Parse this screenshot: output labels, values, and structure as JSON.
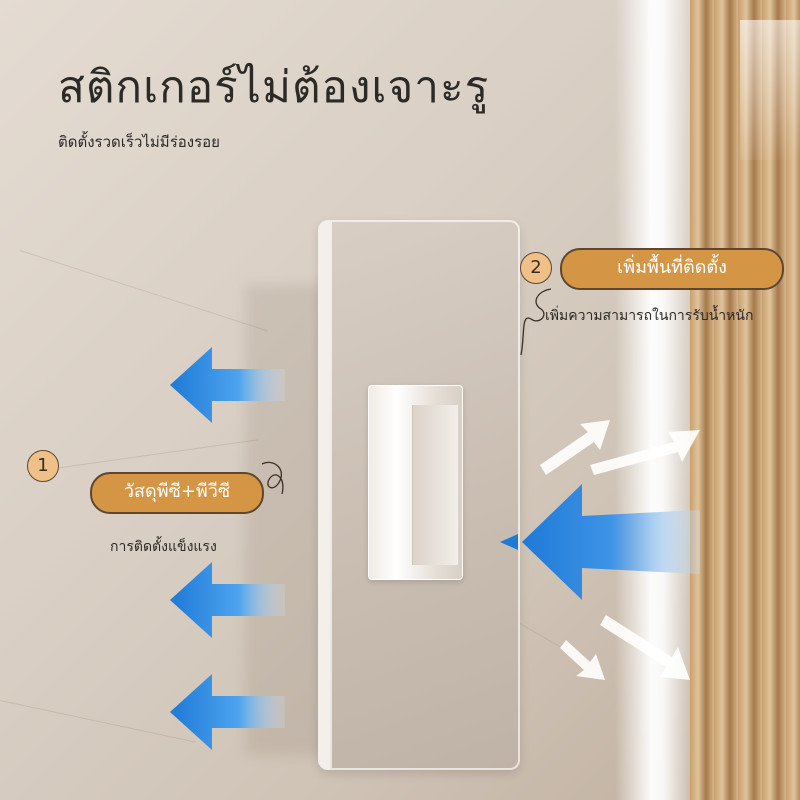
{
  "heading": {
    "title": "สติกเกอร์ไม่ต้องเจาะรู",
    "subtitle": "ติดตั้งรวดเร็วไม่มีร่องรอย"
  },
  "features": [
    {
      "number": "1",
      "label": "วัสดุพีซี+พีวีซี",
      "note": "การติดตั้งแข็งแรง"
    },
    {
      "number": "2",
      "label": "เพิ่มพื้นที่ติดตั้ง",
      "note": "เพิ่มความสามารถในการรับน้ำหนัก"
    }
  ],
  "colors": {
    "accent_pill": "#d49544",
    "badge": "#efc189",
    "arrow_blue": "#1f7ad6",
    "wall": "#dcd2c7"
  }
}
